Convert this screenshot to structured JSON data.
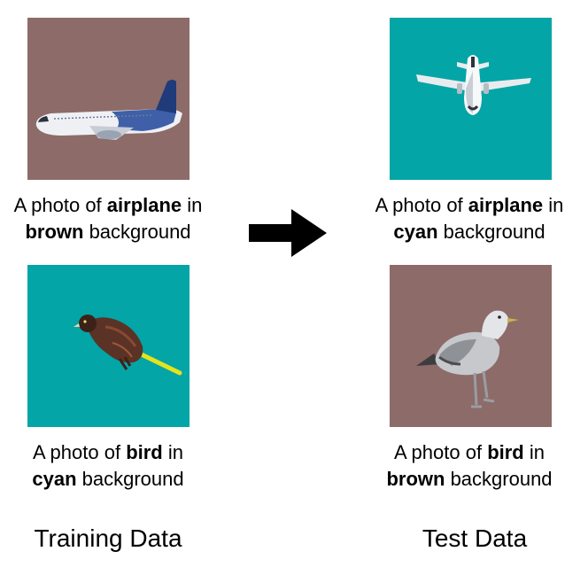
{
  "colors": {
    "brown_bg": "#8D6B69",
    "cyan_bg": "#04A5A6",
    "arrow": "#000000"
  },
  "training": {
    "label": "Training Data",
    "samples": [
      {
        "image_icon": "airplane-side-view",
        "background": "brown",
        "caption": {
          "pre": "A photo of ",
          "object": "airplane",
          "mid": " in",
          "color": "brown",
          "post": " background"
        }
      },
      {
        "image_icon": "bird-perched",
        "background": "cyan",
        "caption": {
          "pre": "A photo of ",
          "object": "bird",
          "mid": " in",
          "color": "cyan",
          "post": " background"
        }
      }
    ]
  },
  "test": {
    "label": "Test Data",
    "samples": [
      {
        "image_icon": "airplane-top-view",
        "background": "cyan",
        "caption": {
          "pre": "A photo of ",
          "object": "airplane",
          "mid": " in",
          "color": "cyan",
          "post": " background"
        }
      },
      {
        "image_icon": "seagull-standing",
        "background": "brown",
        "caption": {
          "pre": "A photo of ",
          "object": "bird",
          "mid": " in",
          "color": "brown",
          "post": " background"
        }
      }
    ]
  },
  "arrow_icon": "right-arrow-icon"
}
